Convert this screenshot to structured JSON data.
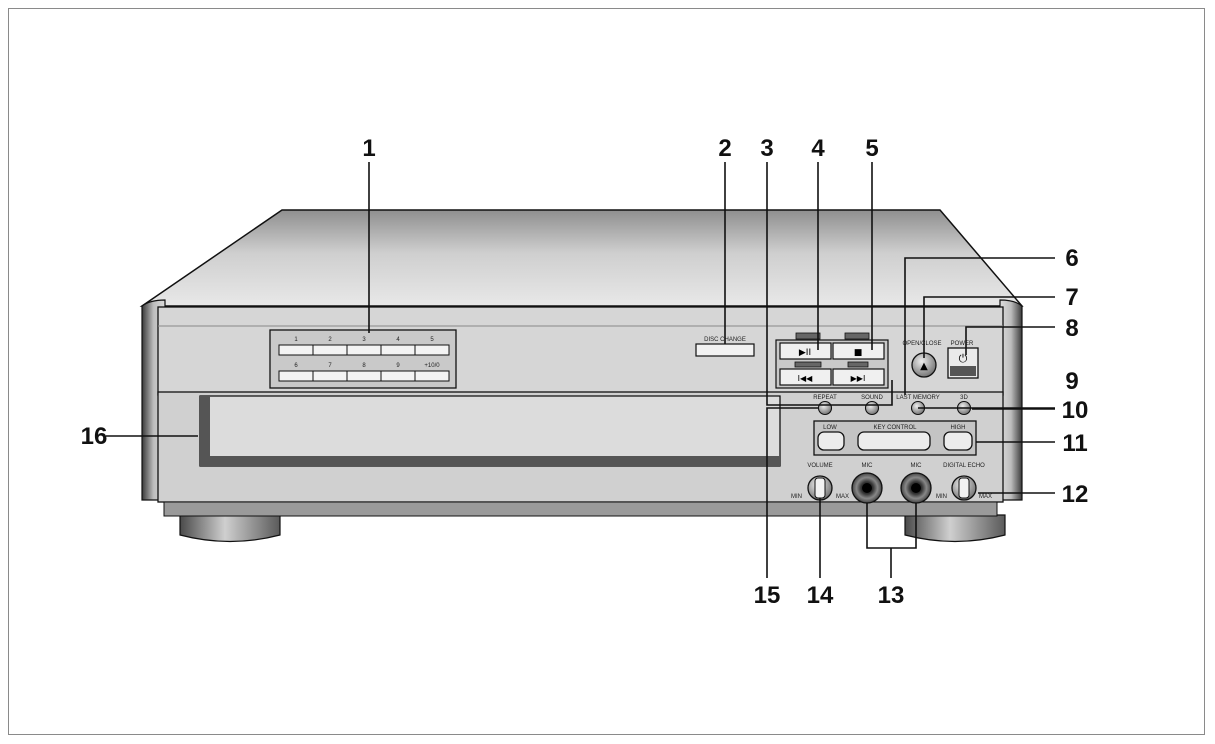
{
  "callouts": [
    "1",
    "2",
    "3",
    "4",
    "5",
    "6",
    "7",
    "8",
    "9",
    "10",
    "11",
    "12",
    "13",
    "14",
    "15",
    "16"
  ],
  "numeric_keys": [
    "1",
    "2",
    "3",
    "4",
    "5",
    "6",
    "7",
    "8",
    "9",
    "+10/0"
  ],
  "labels": {
    "disc_change": "DISC CHANGE",
    "open_close": "OPEN/CLOSE",
    "power": "POWER",
    "last_memory": "LAST MEMORY",
    "three_d": "3D",
    "repeat": "REPEAT",
    "sound": "SOUND",
    "low": "LOW",
    "key_control": "KEY CONTROL",
    "high": "HIGH",
    "volume": "VOLUME",
    "mic1": "MIC",
    "mic2": "MIC",
    "digital_echo": "DIGITAL ECHO",
    "min": "MIN",
    "max": "MAX"
  },
  "icons": {
    "play_pause": "▶II",
    "stop": "■",
    "prev": "I◀◀",
    "next": "▶▶I",
    "eject": "▲",
    "power": "⏻"
  },
  "colors": {
    "body": "#d4d4d4",
    "dark": "#555555",
    "outline": "#111111"
  }
}
